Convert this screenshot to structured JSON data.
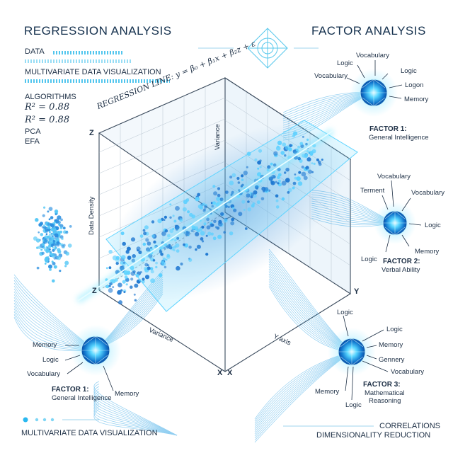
{
  "header": {
    "left_title": "REGRESSION ANALYSIS",
    "right_title": "FACTOR ANALYSIS"
  },
  "sidebar": {
    "data_label": "DATA",
    "subtitle": "MULTIVARIATE DATA VISUALIZATION",
    "algorithms_label": "ALGORITHMS",
    "r2_a": "R² = 0.88",
    "r2_b": "R² = 0.88",
    "pca": "PCA",
    "efa": "EFA"
  },
  "plot": {
    "regression_label": "REGRESSION LINE: y = β₀ + β₁x + β₂z + ε",
    "axis_z_top": "Z",
    "axis_z_bottom": "Z",
    "axis_y": "Y",
    "axis_x_a": "X",
    "axis_x_b": "X",
    "variance_vertical": "Variance",
    "data_density": "Data Density",
    "variance_bottom": "Variance",
    "y_axis": "Y axis"
  },
  "factors": {
    "top_right": {
      "title": "FACTOR 1:",
      "subtitle": "General Intelligence",
      "labels": [
        "Vocabulary",
        "Logic",
        "Logic",
        "Vocabulary",
        "Logon",
        "Memory"
      ]
    },
    "mid_right": {
      "title": "FACTOR 2:",
      "subtitle": "Verbal Ability",
      "labels": [
        "Vocabulary",
        "Terment",
        "Vocabulary",
        "Logic",
        "Logic",
        "Memory"
      ]
    },
    "bottom_left": {
      "title": "FACTOR 1:",
      "subtitle": "General Intelligence",
      "labels": [
        "Memory",
        "Logic",
        "Vocabulary",
        "Memory"
      ]
    },
    "bottom_right": {
      "title": "FACTOR 3:",
      "subtitle_line1": "Mathematical",
      "subtitle_line2": "Reasoning",
      "labels": [
        "Logic",
        "Logic",
        "Memory",
        "Gennery",
        "Vocabulary",
        "Memory",
        "Logic"
      ]
    }
  },
  "footer": {
    "left": "MULTIVARIATE DATA VISUALIZATION",
    "right_top": "CORRELATIONS",
    "right_bottom": "DIMENSIONALITY REDUCTION"
  },
  "colors": {
    "accent": "#2ab8f0",
    "glow": "#7fe8ff",
    "dots": "#2586d9",
    "text": "#1d2f45"
  }
}
